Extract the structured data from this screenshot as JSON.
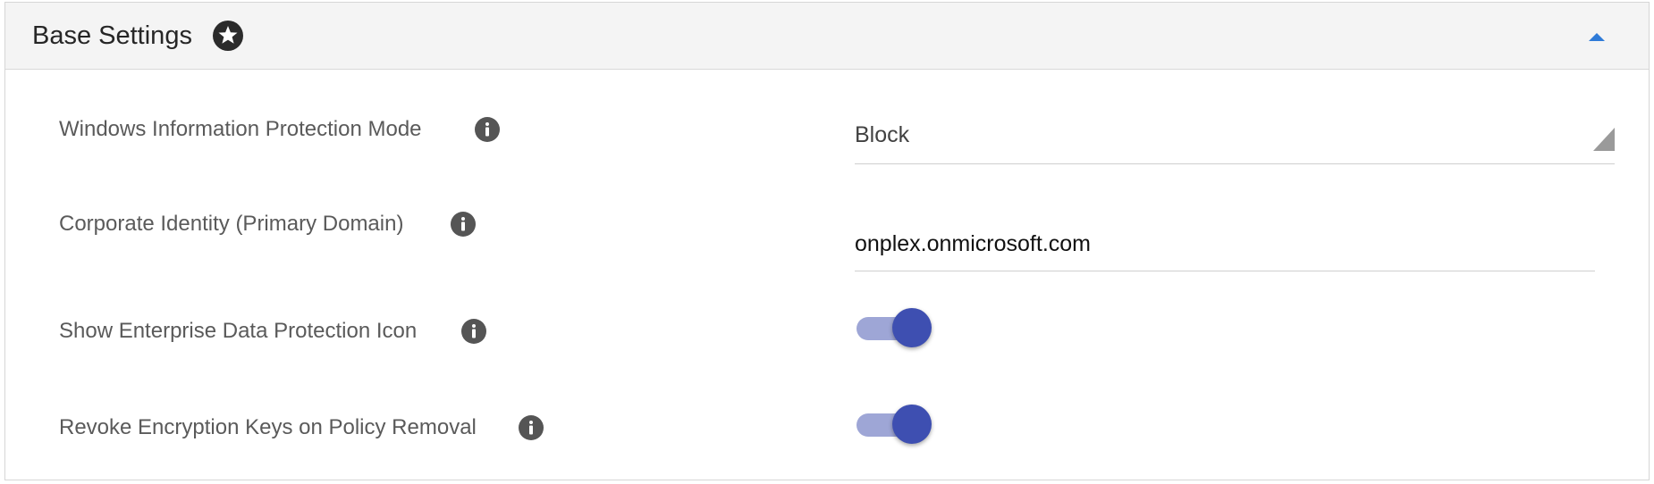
{
  "panel": {
    "title": "Base Settings",
    "title_icon": "star-icon",
    "collapse_icon": "chevron-up-icon"
  },
  "settings": [
    {
      "label": "Windows Information Protection Mode",
      "info_icon": "info-icon",
      "control": "select",
      "value": "Block"
    },
    {
      "label": "Corporate Identity (Primary Domain)",
      "info_icon": "info-icon",
      "control": "text",
      "value": "onplex.onmicrosoft.com"
    },
    {
      "label": "Show Enterprise Data Protection Icon",
      "info_icon": "info-icon",
      "control": "toggle",
      "value": "on"
    },
    {
      "label": "Revoke Encryption Keys on Policy Removal",
      "info_icon": "info-icon",
      "control": "toggle",
      "value": "on"
    }
  ],
  "colors": {
    "header_bg": "#f4f4f4",
    "accent_blue": "#3e4fb1",
    "toggle_track": "#9ea6d6",
    "chevron_blue": "#2f7bd8",
    "icon_gray": "#555555"
  }
}
